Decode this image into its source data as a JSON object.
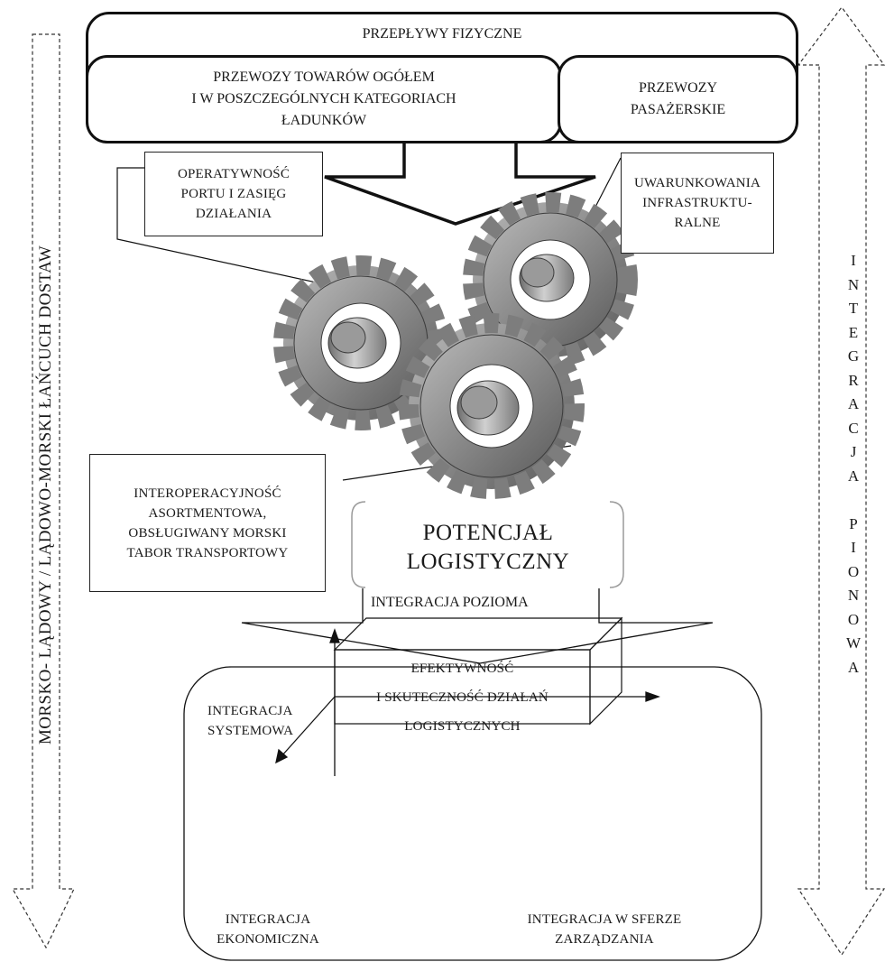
{
  "top": {
    "header": "PRZEPŁYWY FIZYCZNE",
    "cargo": [
      "PRZEWOZY TOWARÓW OGÓŁEM",
      "I W POSZCZEGÓLNYCH KATEGORIACH",
      "ŁADUNKÓW"
    ],
    "passenger": [
      "PRZEWOZY",
      "PASAŻERSKIE"
    ]
  },
  "factors": {
    "port": [
      "OPERATYWNOŚĆ",
      "PORTU I ZASIĘG",
      "DZIAŁANIA"
    ],
    "infrastructure": [
      "UWARUNKOWANIA",
      "INFRASTRUKTU-",
      "RALNE"
    ],
    "interoperability": [
      "INTEROPERACYJNOŚĆ",
      "ASORTMENTOWA,",
      "OBSŁUGIWANY MORSKI",
      "TABOR TRANSPORTOWY"
    ]
  },
  "potential": [
    "POTENCJAŁ",
    "LOGISTYCZNY"
  ],
  "horizontal_integration": "INTEGRACJA POZIOMA",
  "left_arrow_label": "MORSKO- LĄDOWY / LĄDOWO-MORSKI ŁAŃCUCH DOSTAW",
  "right_arrow_label": [
    "I",
    "N",
    "T",
    "E",
    "G",
    "R",
    "A",
    "C",
    "J",
    "A",
    " ",
    "P",
    "I",
    "O",
    "N",
    "O",
    "W",
    "A"
  ],
  "bottom": {
    "axis_system": [
      "INTEGRACJA",
      "SYSTEMOWA"
    ],
    "axis_economic": [
      "INTEGRACJA",
      "EKONOMICZNA"
    ],
    "axis_management": [
      "INTEGRACJA W SFERZE",
      "ZARZĄDZANIA"
    ],
    "cube": [
      "EFEKTYWNOŚĆ",
      "I SKUTECZNOŚĆ DZIAŁAŃ",
      "LOGISTYCZNYCH"
    ]
  },
  "icons": [
    "gears-icon"
  ]
}
